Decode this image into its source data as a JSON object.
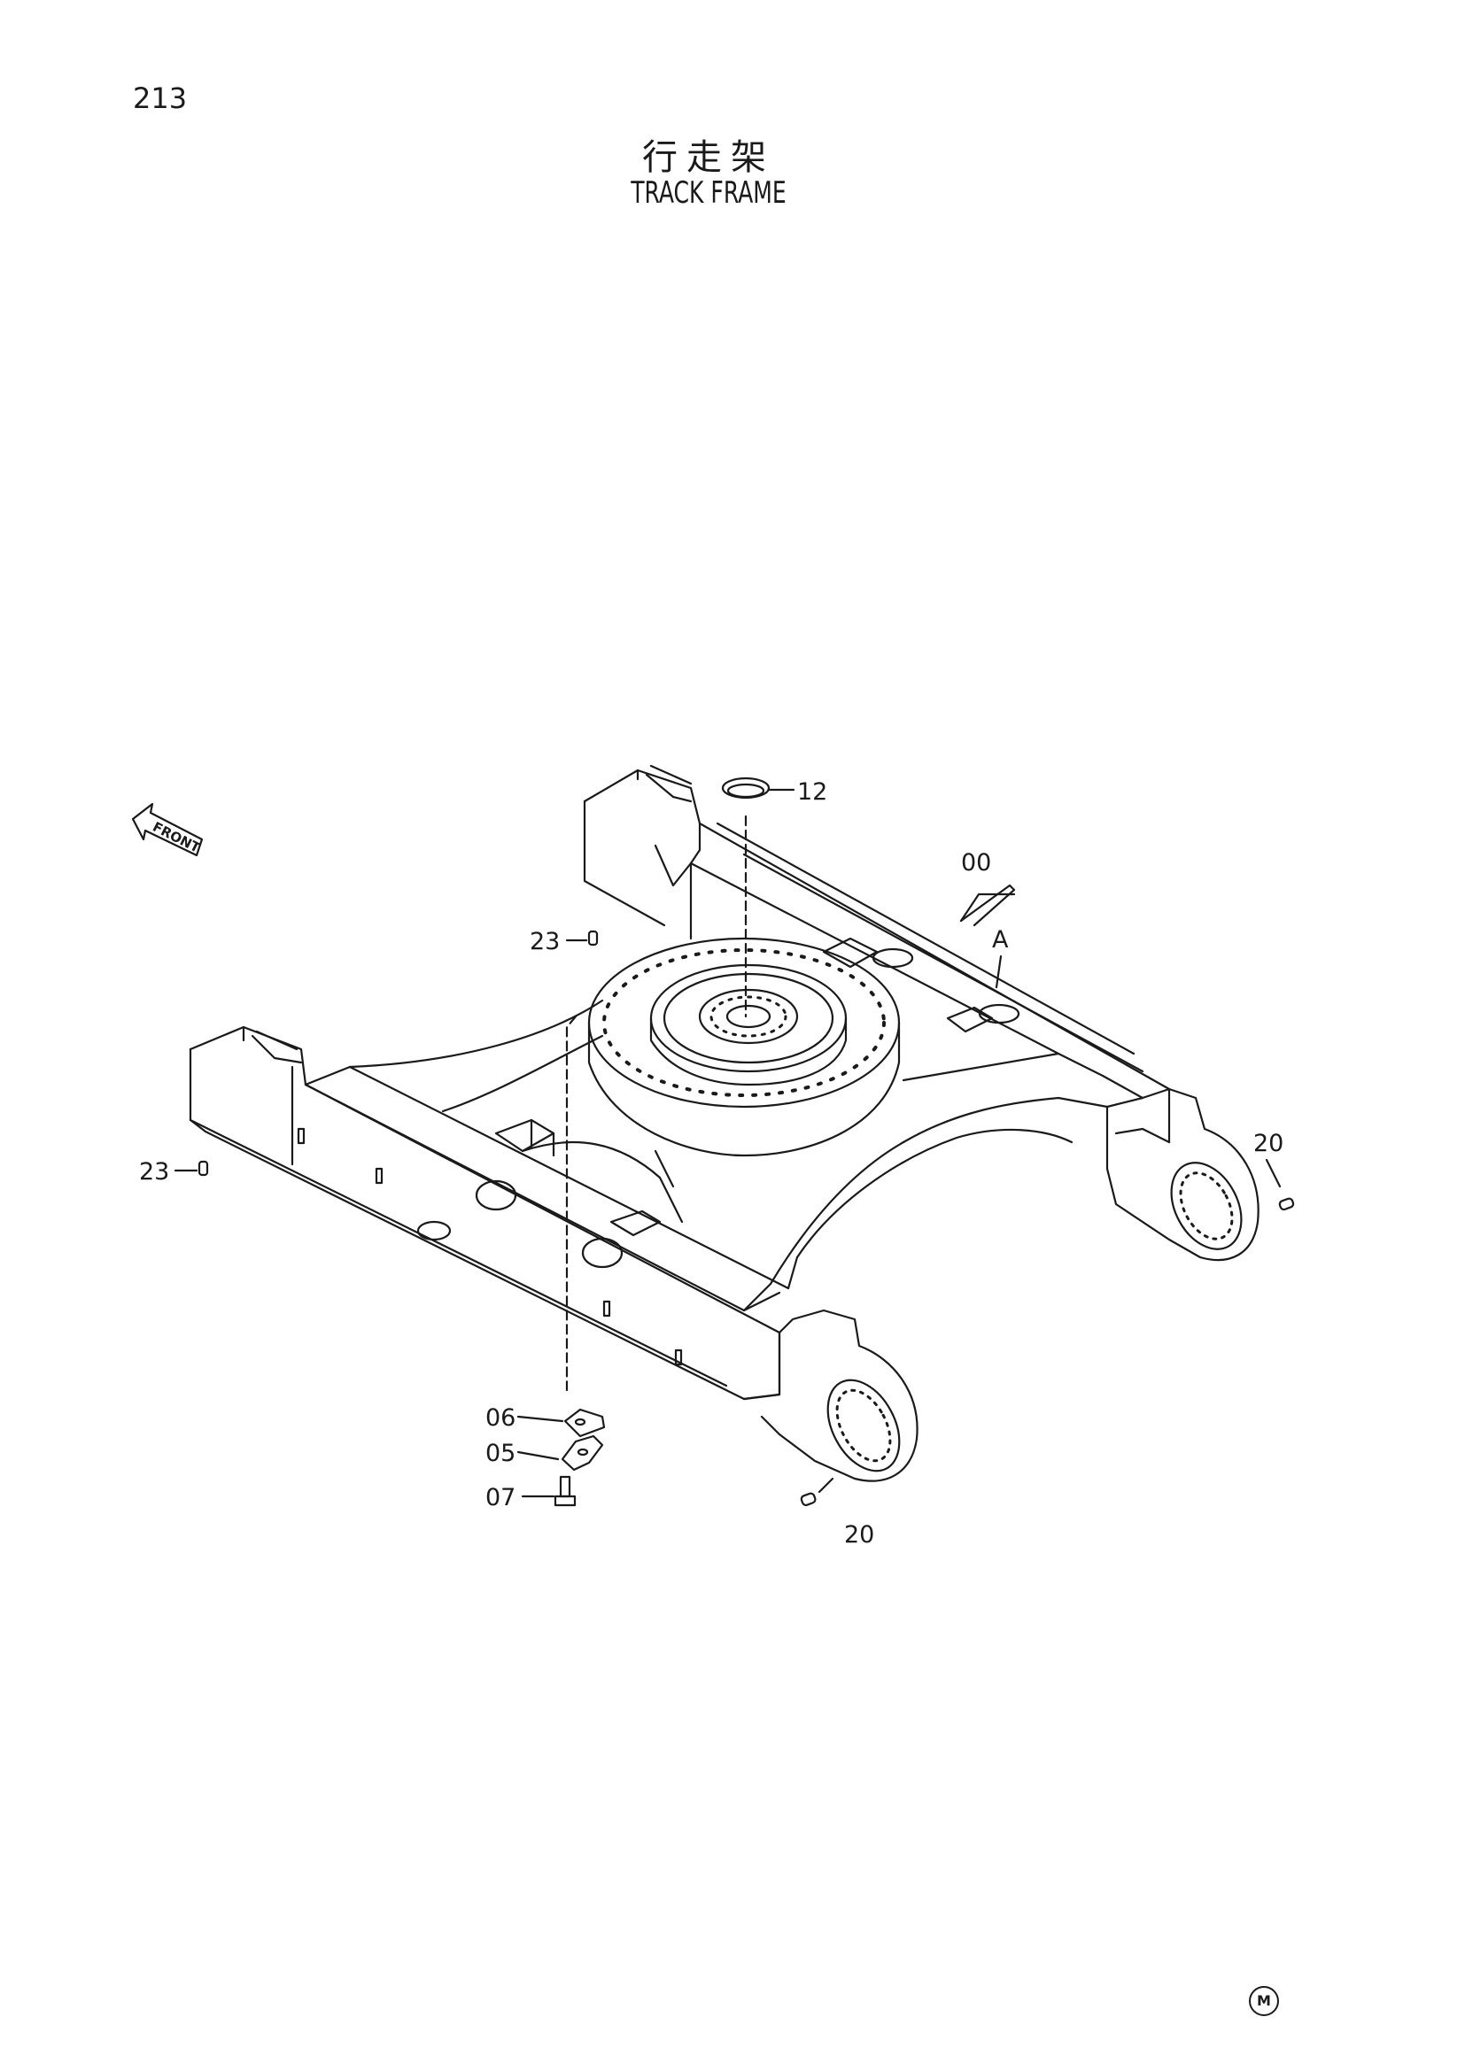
{
  "page": {
    "number": "213",
    "title_cn": "行走架",
    "title_en": "TRACK FRAME",
    "front_label": "FRONT",
    "corner_mark": "M"
  },
  "callouts": {
    "c12": "12",
    "c00": "00",
    "cA": "A",
    "c23a": "23",
    "c23b": "23",
    "c20a": "20",
    "c20b": "20",
    "c06": "06",
    "c05": "05",
    "c07": "07"
  },
  "colors": {
    "ink": "#1a1a1a",
    "paper": "#ffffff"
  }
}
